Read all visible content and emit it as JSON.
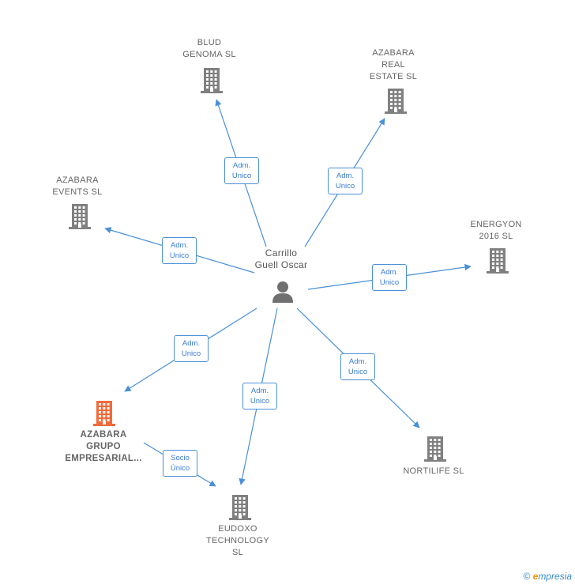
{
  "person": {
    "name": "Carrillo\nGuell Oscar"
  },
  "companies": {
    "blud": "BLUD\nGENOMA SL",
    "azabara_real": "AZABARA\nREAL\nESTATE SL",
    "azabara_events": "AZABARA\nEVENTS SL",
    "energyon": "ENERGYON\n2016 SL",
    "azabara_grupo": "AZABARA\nGRUPO\nEMPRESARIAL...",
    "eudoxo": "EUDOXO\nTECHNOLOGY\nSL",
    "nortilife": "NORTILIFE SL"
  },
  "relations": {
    "blud": "Adm.\nUnico",
    "azabara_real": "Adm.\nUnico",
    "azabara_events": "Adm.\nUnico",
    "energyon": "Adm.\nUnico",
    "azabara_grupo": "Adm.\nUnico",
    "eudoxo": "Adm.\nUnico",
    "nortilife": "Adm.\nUnico",
    "grupo_eudoxo": "Socio\nÚnico"
  },
  "colors": {
    "edge": "#4a90d9",
    "building": "#808080",
    "building_highlight": "#f26b3a",
    "person": "#707070"
  },
  "footer": {
    "copyright": "©",
    "brand_e": "e",
    "brand_rest": "mpresia"
  }
}
